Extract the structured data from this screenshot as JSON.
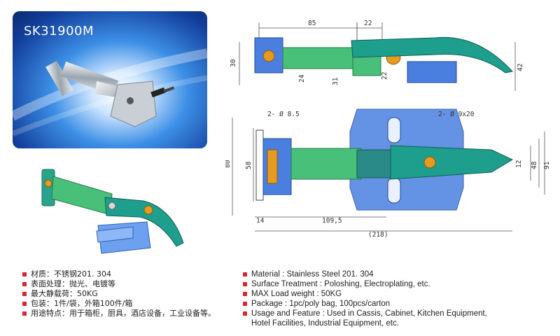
{
  "product": {
    "model": "SK31900M"
  },
  "drawing": {
    "dims": {
      "top_85": "85",
      "top_22": "22",
      "side_30": "30",
      "side_24": "24",
      "side_31": "31",
      "side_22": "22",
      "side_42": "42",
      "hole_left": "2- Ø 8.5",
      "hole_right": "2- Ø 9x20",
      "left_80": "80",
      "left_58": "58",
      "right_12": "12",
      "right_48": "48",
      "right_91": "91",
      "bottom_14": "14",
      "bottom_109": "109,5",
      "bottom_218": "(218)"
    }
  },
  "specs_cn": [
    "材质：不锈钢201. 304",
    "表面处理：抛光、电镀等",
    "最大静载荷：50KG",
    "包装：1件/袋，外箱100件/箱",
    "用途特点：用于箱柜，厨具，酒店设备，工业设备等。"
  ],
  "specs_en": [
    "Material : Stainless Steel 201. 304",
    "Surface Treatment : Poloshing, Electroplating, etc.",
    "MAX Load weight : 50KG",
    "Package : 1pc/poly bag,  100pcs/carton",
    "Usage and Feature : Used in Cassis, Cabinet, Kitchen Equipment,",
    "Hotel Facilities, Industrial Equipment, etc."
  ],
  "colors": {
    "teal_lever": "#1e9e8c",
    "green_body": "#49c07a",
    "blue_plate": "#4a7fe0",
    "orange_bolt": "#e59a22",
    "bullet": "#d6282e"
  }
}
